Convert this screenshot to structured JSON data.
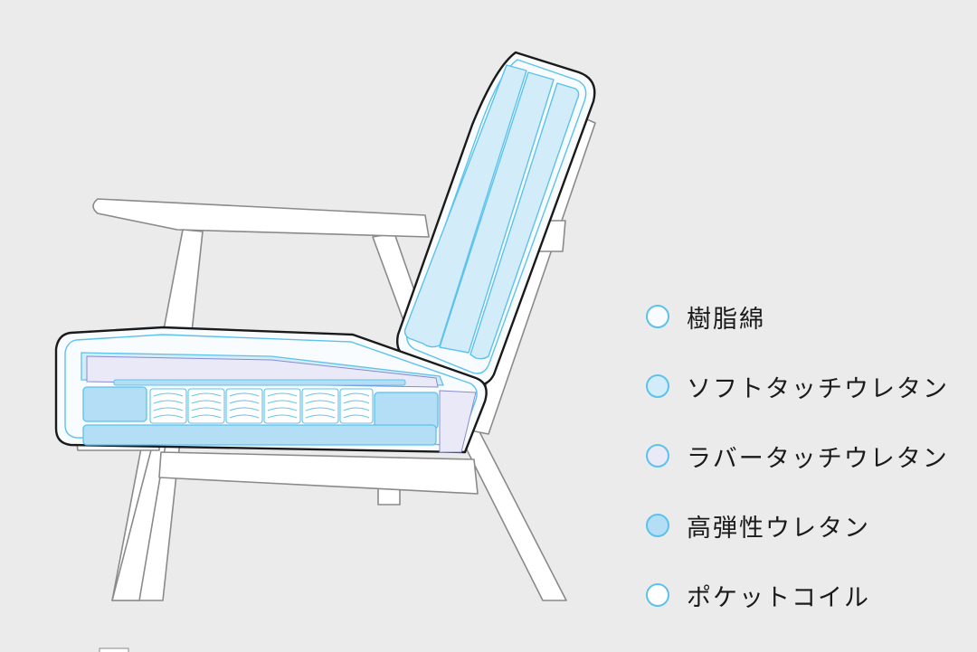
{
  "legend": {
    "items": [
      {
        "label": "樹脂綿",
        "color": "#f8fcfe",
        "icon": "circle-swatch"
      },
      {
        "label": "ソフトタッチウレタン",
        "color": "#d3ecf9",
        "icon": "circle-swatch"
      },
      {
        "label": "ラバータッチウレタン",
        "color": "#e9e9f8",
        "icon": "circle-swatch"
      },
      {
        "label": "高弾性ウレタン",
        "color": "#b3def6",
        "icon": "circle-swatch"
      },
      {
        "label": "ポケットコイル",
        "color": "#ffffff",
        "icon": "circle-swatch"
      }
    ]
  },
  "colors": {
    "background": "#ebebeb",
    "frame_fill": "#ffffff",
    "frame_stroke": "#8a8a8a",
    "accent_stroke": "#5cc2ec",
    "outline": "#1a1a1a"
  }
}
